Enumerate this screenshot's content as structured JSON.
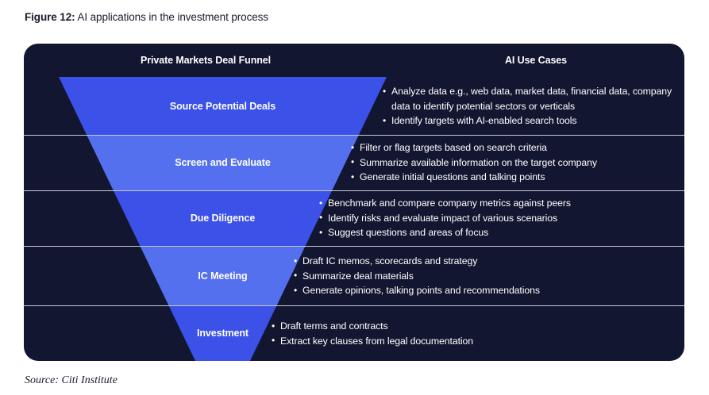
{
  "figure": {
    "label": "Figure 12:",
    "title": " AI applications in the investment process"
  },
  "panel": {
    "background_color": "#131630",
    "divider_color": "#c9cbd8"
  },
  "headers": {
    "funnel": "Private Markets Deal Funnel",
    "use_cases": "AI Use Cases"
  },
  "funnel": {
    "colors": {
      "dark_blue": "#3b51e8",
      "light_blue": "#5470ee"
    },
    "stages": [
      {
        "label": "Source Potential Deals",
        "color": "#3b51e8",
        "use_cases": [
          "Analyze data e.g., web data, market data, financial data, company data to identify potential sectors or verticals",
          "Identify targets with AI-enabled search tools"
        ]
      },
      {
        "label": "Screen and Evaluate",
        "color": "#5470ee",
        "use_cases": [
          "Filter or flag targets based on search criteria",
          "Summarize available information on the target company",
          "Generate initial questions and talking points"
        ]
      },
      {
        "label": "Due Diligence",
        "color": "#3b51e8",
        "use_cases": [
          "Benchmark and compare company metrics against peers",
          "Identify risks and evaluate impact of various scenarios",
          "Suggest questions and areas of focus"
        ]
      },
      {
        "label": "IC Meeting",
        "color": "#5470ee",
        "use_cases": [
          "Draft IC memos, scorecards and strategy",
          "Summarize deal materials",
          "Generate opinions, talking points and recommendations"
        ]
      },
      {
        "label": "Investment",
        "color": "#3b51e8",
        "use_cases": [
          "Draft terms and contracts",
          "Extract key clauses from legal documentation"
        ]
      }
    ]
  },
  "source": "Source: Citi Institute"
}
